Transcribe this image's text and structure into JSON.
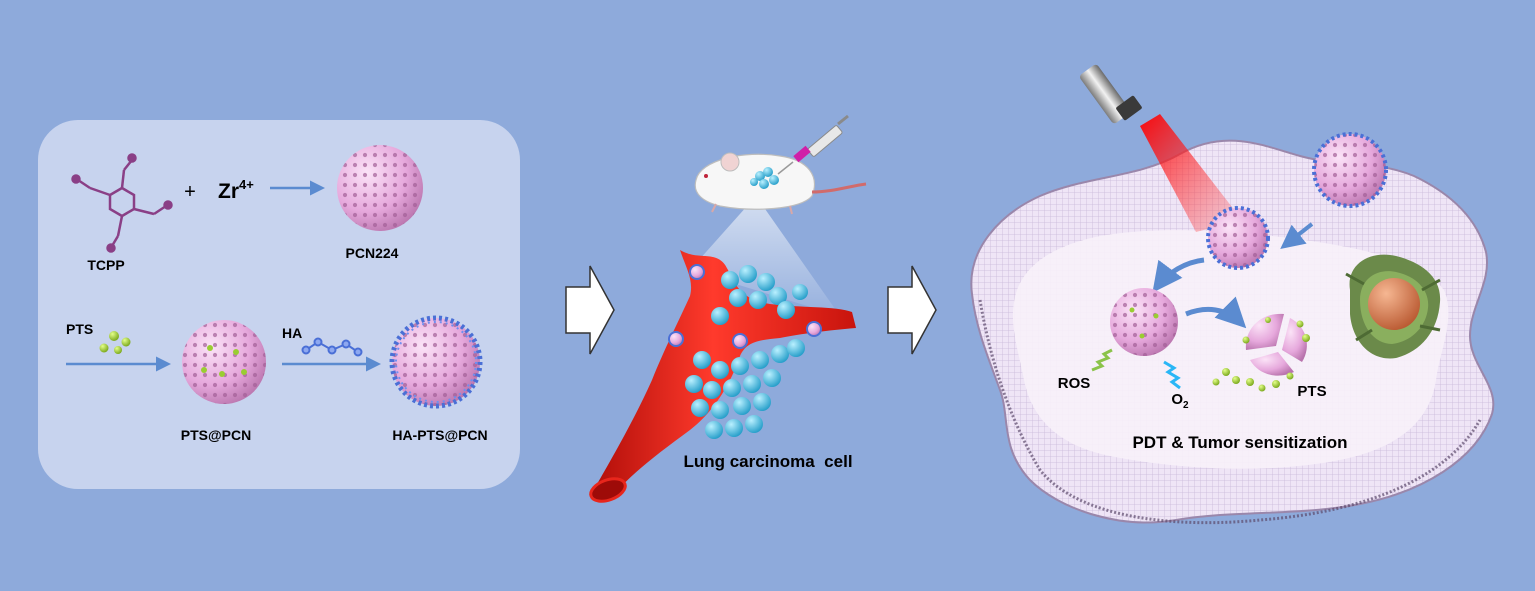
{
  "synthesis": {
    "tcpp_label": "TCPP",
    "plus": "+",
    "zr_base": "Zr",
    "zr_charge": "4+",
    "pcn224_label": "PCN224",
    "pts_label": "PTS",
    "ha_label": "HA",
    "pts_pcn_label": "PTS@PCN",
    "ha_pts_pcn_label": "HA-PTS@PCN"
  },
  "delivery": {
    "cell_label": "Lung carcinoma  cell"
  },
  "therapy": {
    "ros_label": "ROS",
    "o2_base": "O",
    "o2_sub": "2",
    "pts_label": "PTS",
    "caption": "PDT & Tumor sensitization"
  },
  "colors": {
    "background": "#8eaadb",
    "panel": "#c7d3ee",
    "arrow": "#5b8bd0",
    "particle_pink": "#e6a8dc",
    "drug_green": "#9acd32",
    "ha_blue": "#4a6fd6",
    "vessel_red": "#e8261c",
    "tumor_cyan": "#3cc0e6",
    "laser_red": "#ff1a1a"
  }
}
